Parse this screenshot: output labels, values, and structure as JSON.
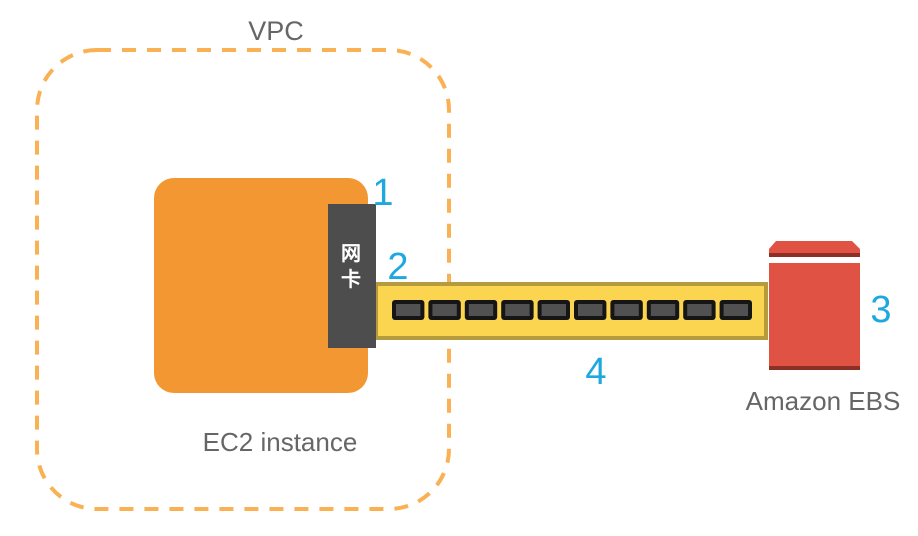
{
  "vpc": {
    "label": "VPC",
    "border_color": "#F9B153"
  },
  "ec2": {
    "label": "EC2 instance",
    "color": "#F39733"
  },
  "nic": {
    "label_line1": "网",
    "label_line2": "卡",
    "color": "#4D4D4D",
    "text_color": "#FFFFFF"
  },
  "cable": {
    "fill": "#FBD54F",
    "border": "#B69B3E",
    "slot_count": 10,
    "slot_outer": "#151515",
    "slot_inner": "#515151"
  },
  "ebs": {
    "label": "Amazon EBS",
    "color": "#E05243",
    "dark": "#8C3026"
  },
  "markers": [
    {
      "id": "1",
      "text": "1"
    },
    {
      "id": "2",
      "text": "2"
    },
    {
      "id": "3",
      "text": "3"
    },
    {
      "id": "4",
      "text": "4"
    }
  ],
  "marker_color": "#1FA8E0",
  "label_color": "#666666"
}
